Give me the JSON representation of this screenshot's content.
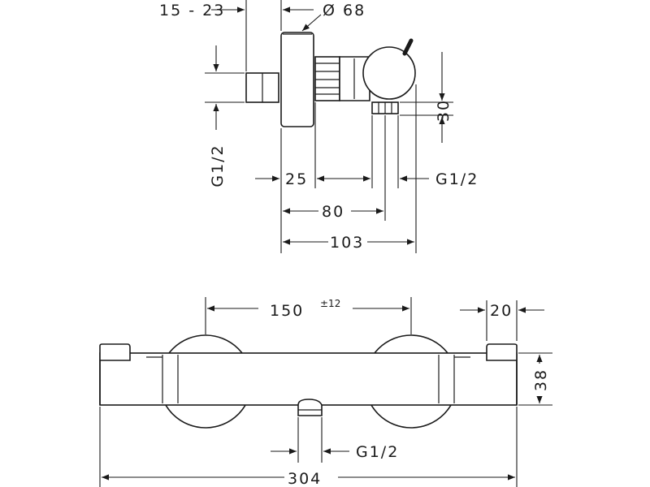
{
  "side_view": {
    "dims": {
      "wall_range": "15 - 23",
      "diameter": "Ø 68",
      "height_30": "30",
      "thread_left": "G1/2",
      "depth_25": "25",
      "thread_right": "G1/2",
      "depth_80": "80",
      "depth_103": "103"
    }
  },
  "front_view": {
    "dims": {
      "centers": "150",
      "tolerance": "±12",
      "end_20": "20",
      "height_38": "38",
      "thread_bottom": "G1/2",
      "total_304": "304"
    }
  }
}
